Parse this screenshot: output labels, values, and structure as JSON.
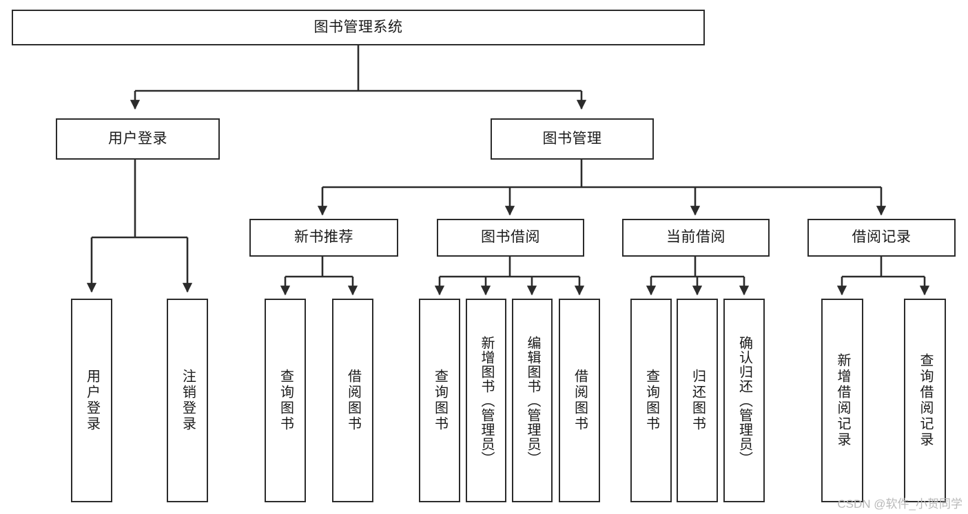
{
  "diagram": {
    "type": "tree-hierarchy",
    "title": "图书管理系统",
    "colors": {
      "stroke": "#2b2b2b",
      "fill": "#ffffff",
      "text": "#1a1a1a",
      "watermark": "#b9b9b9"
    },
    "root": {
      "label": "图书管理系统"
    },
    "level2": [
      {
        "label": "用户登录"
      },
      {
        "label": "图书管理"
      }
    ],
    "level3": [
      {
        "label": "新书推荐"
      },
      {
        "label": "图书借阅"
      },
      {
        "label": "当前借阅"
      },
      {
        "label": "借阅记录"
      }
    ],
    "leaves": {
      "user_login": [
        {
          "label": "用户登录"
        },
        {
          "label": "注销登录"
        }
      ],
      "new_book_recommend": [
        {
          "label": "查询图书"
        },
        {
          "label": "借阅图书"
        }
      ],
      "book_borrow": [
        {
          "label": "查询图书"
        },
        {
          "label": "新增图书（管理员）"
        },
        {
          "label": "编辑图书（管理员）"
        },
        {
          "label": "借阅图书"
        }
      ],
      "current_borrow": [
        {
          "label": "查询图书"
        },
        {
          "label": "归还图书"
        },
        {
          "label": "确认归还（管理员）"
        }
      ],
      "borrow_record": [
        {
          "label": "新增借阅记录"
        },
        {
          "label": "查询借阅记录"
        }
      ]
    }
  },
  "watermark": {
    "text": "CSDN @软件_小贺同学"
  }
}
